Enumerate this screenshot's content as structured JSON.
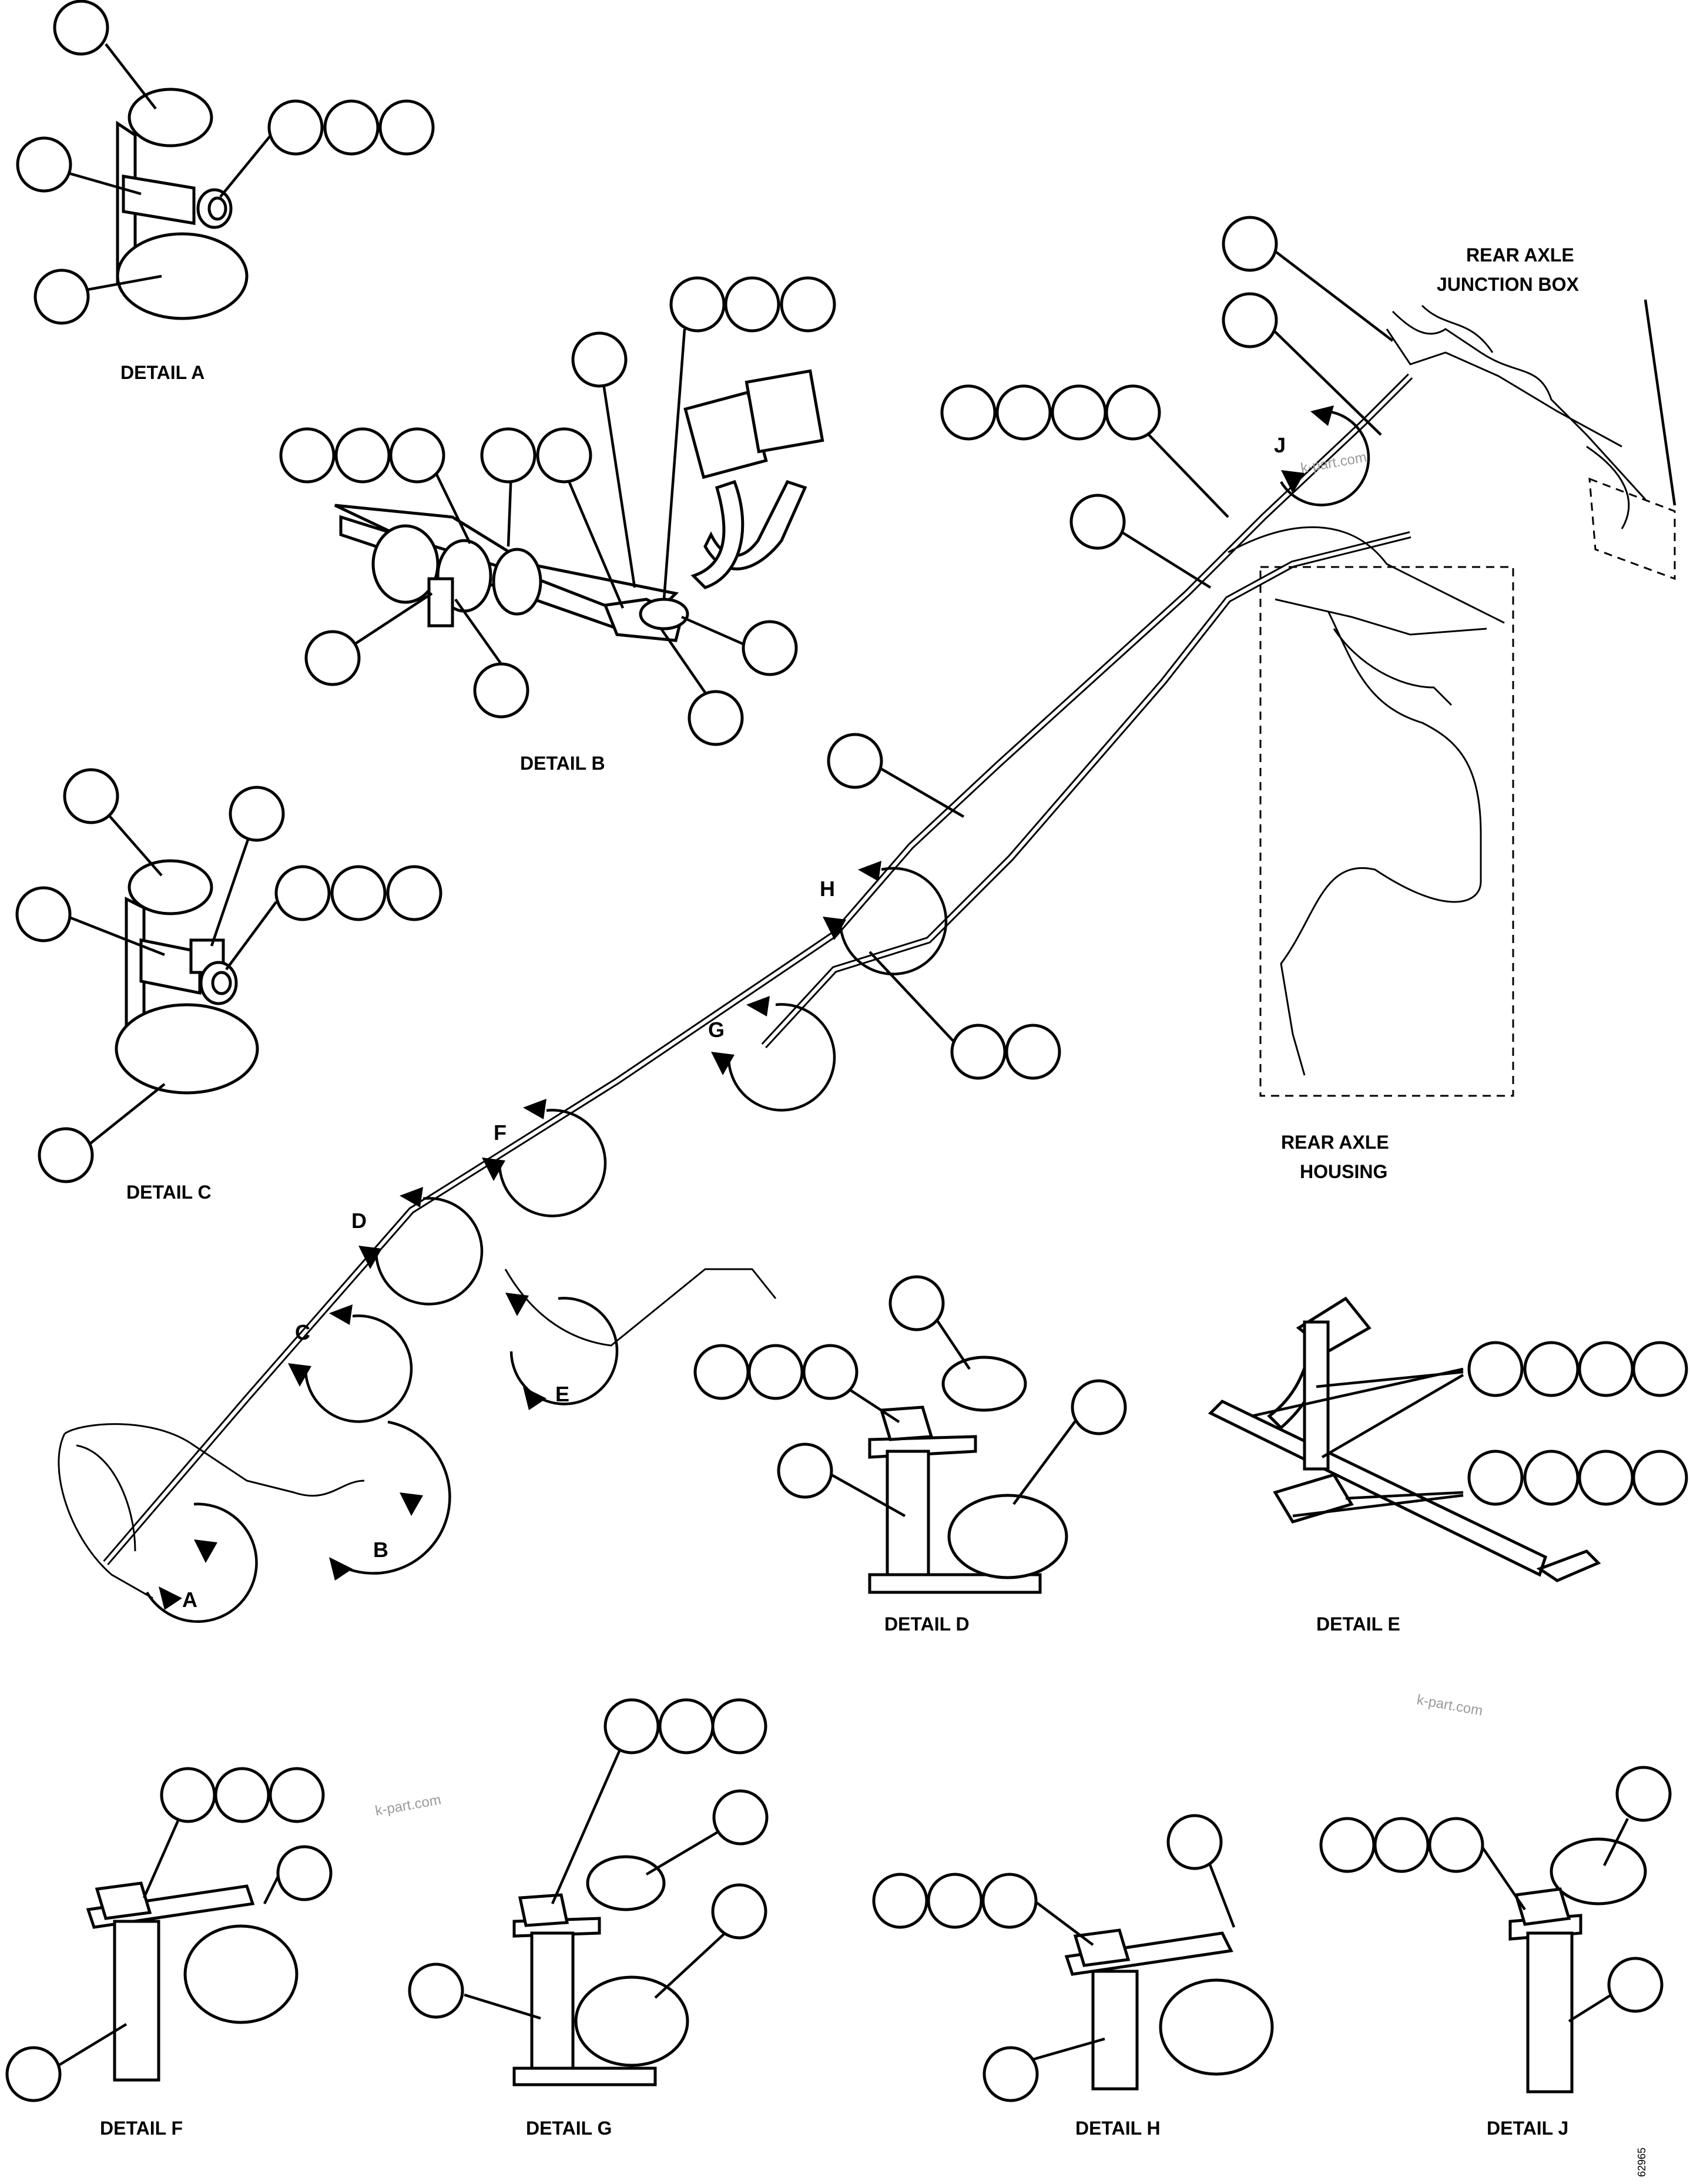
{
  "labels": {
    "detail_a": "DETAIL A",
    "detail_b": "DETAIL B",
    "detail_c": "DETAIL C",
    "detail_d": "DETAIL D",
    "detail_e": "DETAIL E",
    "detail_f": "DETAIL F",
    "detail_g": "DETAIL G",
    "detail_h": "DETAIL H",
    "detail_j": "DETAIL J",
    "junction_line1": "REAR AXLE",
    "junction_line2": "JUNCTION BOX",
    "housing_line1": "REAR AXLE",
    "housing_line2": "HOUSING"
  },
  "callout_letters": {
    "a": "A",
    "b": "B",
    "c": "C",
    "d": "D",
    "e": "E",
    "f": "F",
    "g": "G",
    "h": "H",
    "j": "J"
  },
  "watermarks": [
    "k-part.com",
    "k-part.com",
    "k-part.com"
  ],
  "figure_number": "62965"
}
